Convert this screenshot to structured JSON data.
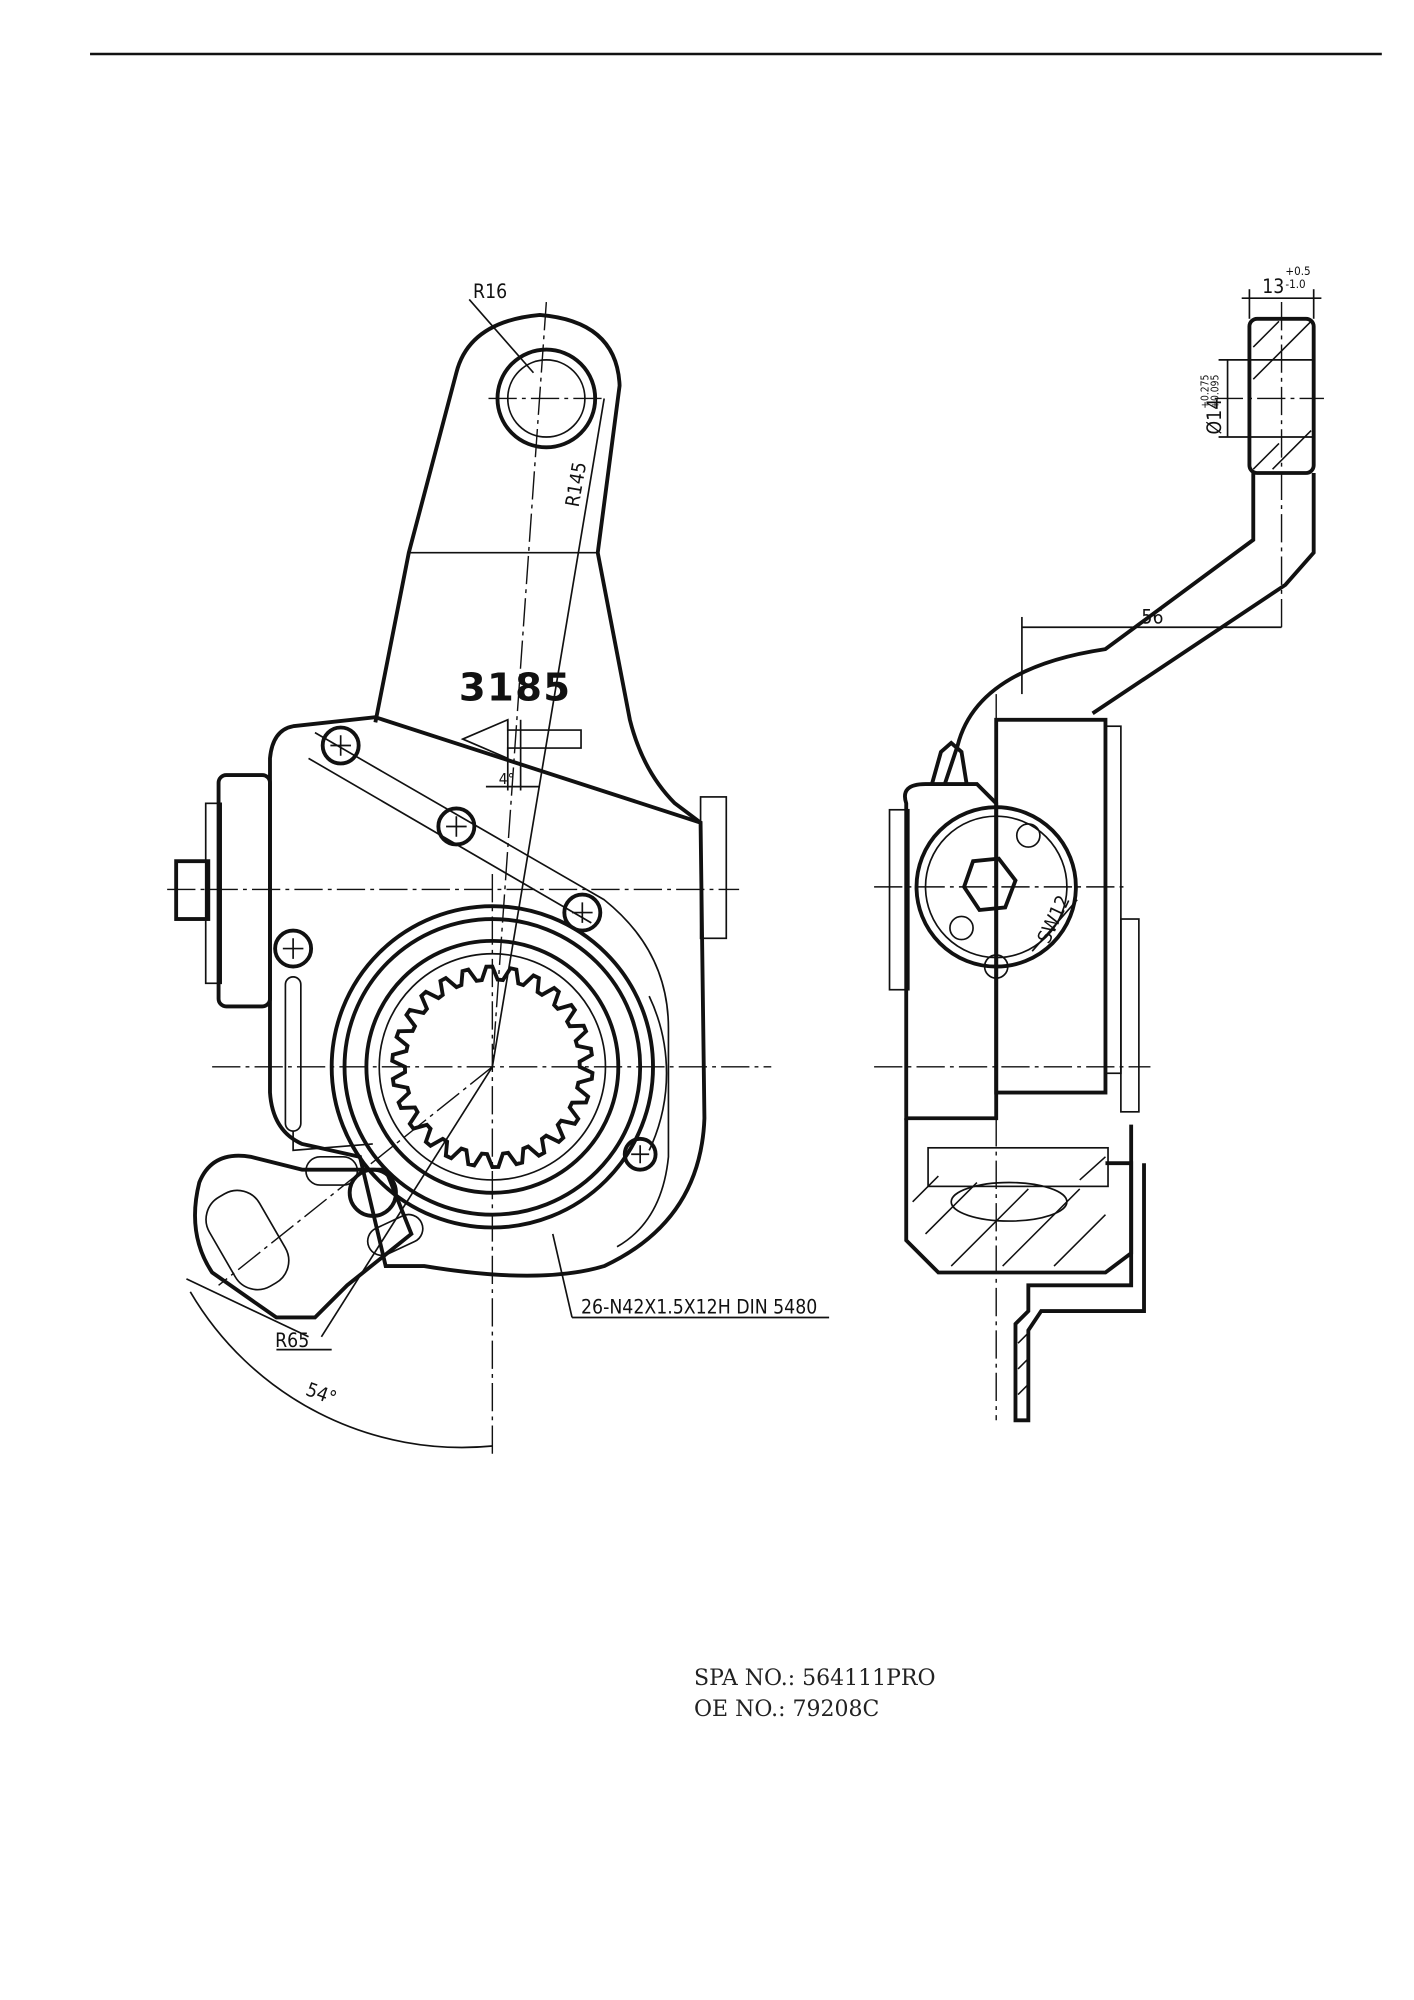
{
  "drawing": {
    "part_marking": "3185",
    "front_view": {
      "radius_pin": "R16",
      "radius_arm": "R145",
      "angle_small": "4°",
      "spline_spec": "26-N42X1.5X12H DIN 5480",
      "radius_clevis": "R65",
      "angle_swing": "54°"
    },
    "side_view": {
      "offset": "56",
      "hex_size": "SW12",
      "width_nominal": "13",
      "width_tol_upper": "+0.5",
      "width_tol_lower": "-1.0",
      "bore_nominal": "Ø14",
      "bore_tol_upper": "+0.275",
      "bore_tol_lower": "+0.095"
    }
  },
  "info": {
    "spa_no": "SPA NO.:  564111PRO",
    "oe_no": "OE NO.:  79208C"
  }
}
